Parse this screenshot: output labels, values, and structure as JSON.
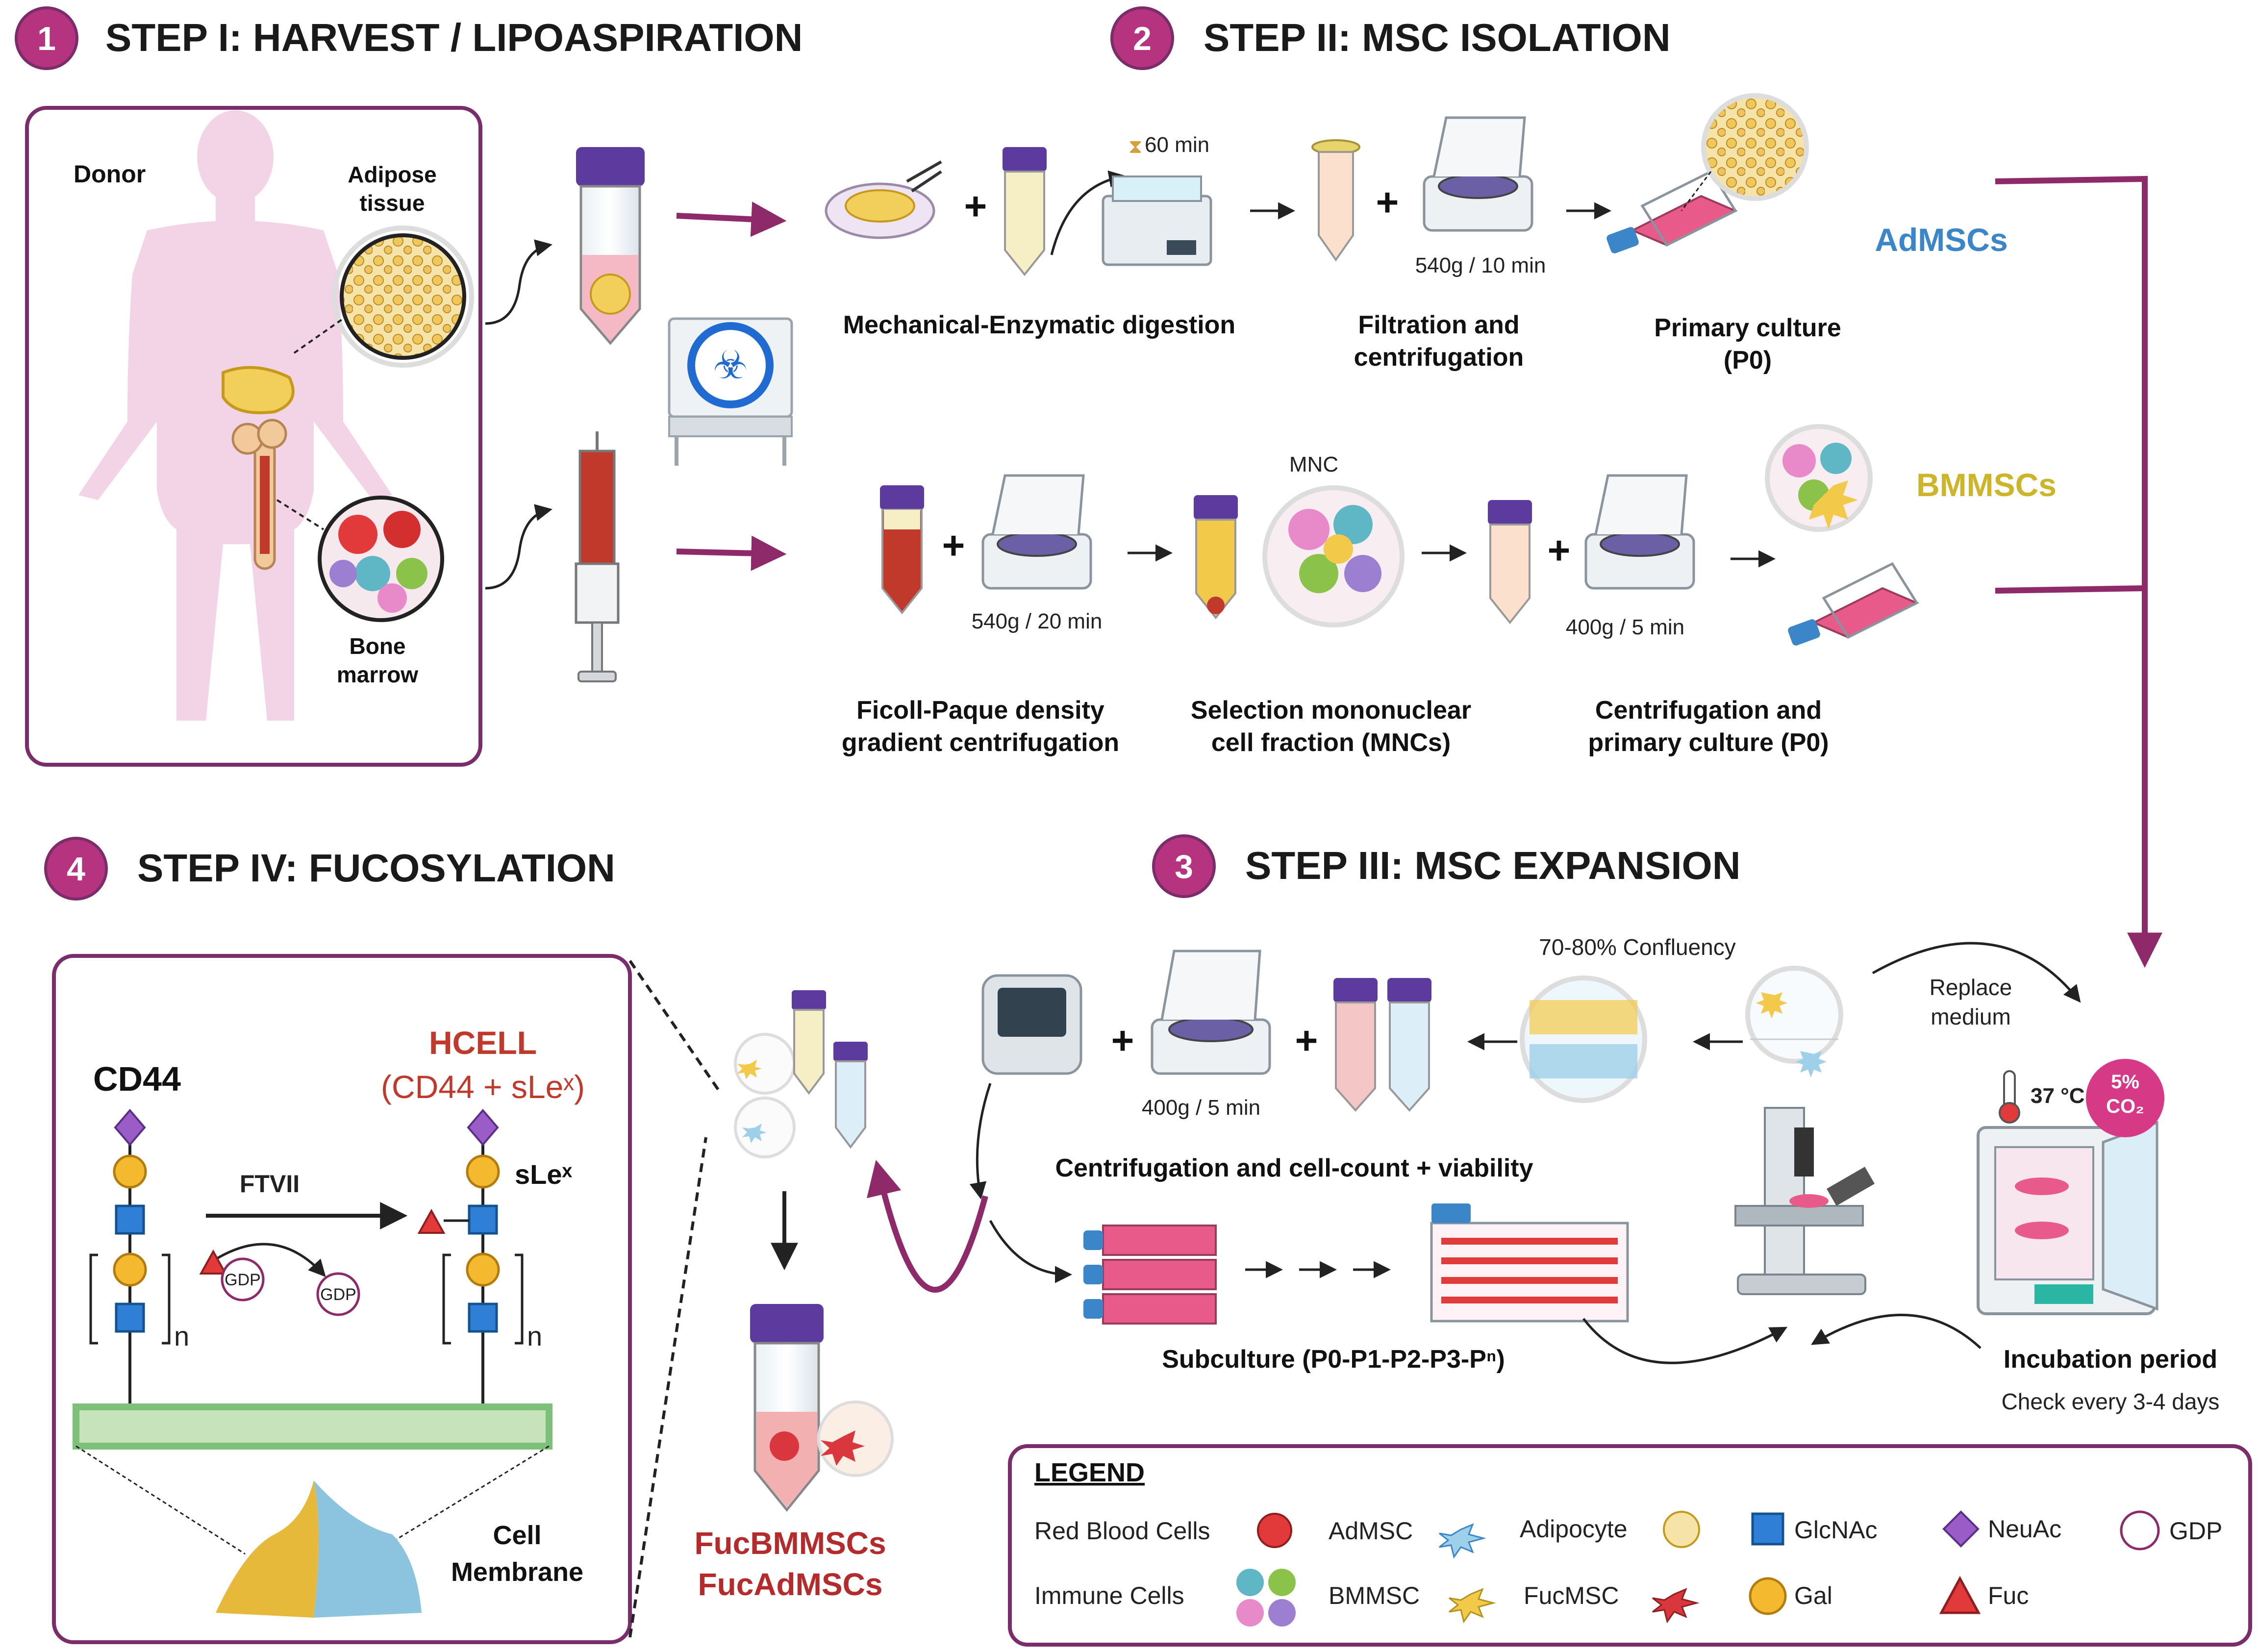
{
  "colors": {
    "step_badge": "#b5337f",
    "frame": "#7b2d6b",
    "arrow_purple": "#8e2a6a",
    "admsc_blue": "#3a86c8",
    "bmmsc_gold": "#cdb52a",
    "fuc_red": "#b52a2a",
    "membrane_green": "#7cc07a",
    "body_pink": "#f3d3e6",
    "flask_pink": "#e85a8a",
    "tube_cap": "#5c3a9e",
    "glcnac_blue": "#2f7fd6",
    "gal_yellow": "#f5b930",
    "neuac_purple": "#9a5cc6",
    "fuc_triangle": "#e23a3a"
  },
  "steps": [
    {
      "num": "1",
      "title": "STEP I: HARVEST / LIPOASPIRATION"
    },
    {
      "num": "2",
      "title": "STEP II: MSC ISOLATION"
    },
    {
      "num": "3",
      "title": "STEP III: MSC EXPANSION"
    },
    {
      "num": "4",
      "title": "STEP IV: FUCOSYLATION"
    }
  ],
  "harvest": {
    "donor": "Donor",
    "adipose_l1": "Adipose",
    "adipose_l2": "tissue",
    "bone_l1": "Bone",
    "bone_l2": "marrow"
  },
  "isolation": {
    "timer": "60 min",
    "digestion": "Mechanical-Enzymatic digestion",
    "spin1": "540g / 10 min",
    "filtration_l1": "Filtration and",
    "filtration_l2": "centrifugation",
    "primary_l1": "Primary culture",
    "primary_l2": "(P0)",
    "admscs": "AdMSCs",
    "mnc": "MNC",
    "spin2": "540g / 20 min",
    "spin3": "400g / 5 min",
    "bmmscs": "BMMSCs",
    "ficoll_l1": "Ficoll-Paque density",
    "ficoll_l2": "gradient centrifugation",
    "selection_l1": "Selection mononuclear",
    "selection_l2": "cell fraction (MNCs)",
    "centprim_l1": "Centrifugation and",
    "centprim_l2": "primary culture (P0)"
  },
  "expansion": {
    "confluency": "70-80% Confluency",
    "replace_l1": "Replace",
    "replace_l2": "medium",
    "spin": "400g / 5 min",
    "count": "Centrifugation and cell-count + viability",
    "subculture": "Subculture (P0-P1-P2-P3-Pⁿ)",
    "temp": "37 °C",
    "co2_pct": "5%",
    "co2": "CO₂",
    "incubation": "Incubation period",
    "check": "Check every 3-4 days"
  },
  "fucosylation": {
    "cd44": "CD44",
    "hcell": "HCELL",
    "hcell_sub": "(CD44 + sLeˣ)",
    "ftvii": "FTVII",
    "slex": "sLeˣ",
    "gdp": "GDP",
    "n": "n",
    "cell": "Cell",
    "membrane": "Membrane",
    "fucbm": "FucBMMSCs",
    "fucad": "FucAdMSCs"
  },
  "legend": {
    "title": "LEGEND",
    "rbc": "Red Blood Cells",
    "admsc": "AdMSC",
    "adipocyte": "Adipocyte",
    "glcnac": "GlcNAc",
    "neuac": "NeuAc",
    "gdp": "GDP",
    "immune": "Immune Cells",
    "bmmsc": "BMMSC",
    "fucmsc": "FucMSC",
    "gal": "Gal",
    "fuc": "Fuc"
  }
}
